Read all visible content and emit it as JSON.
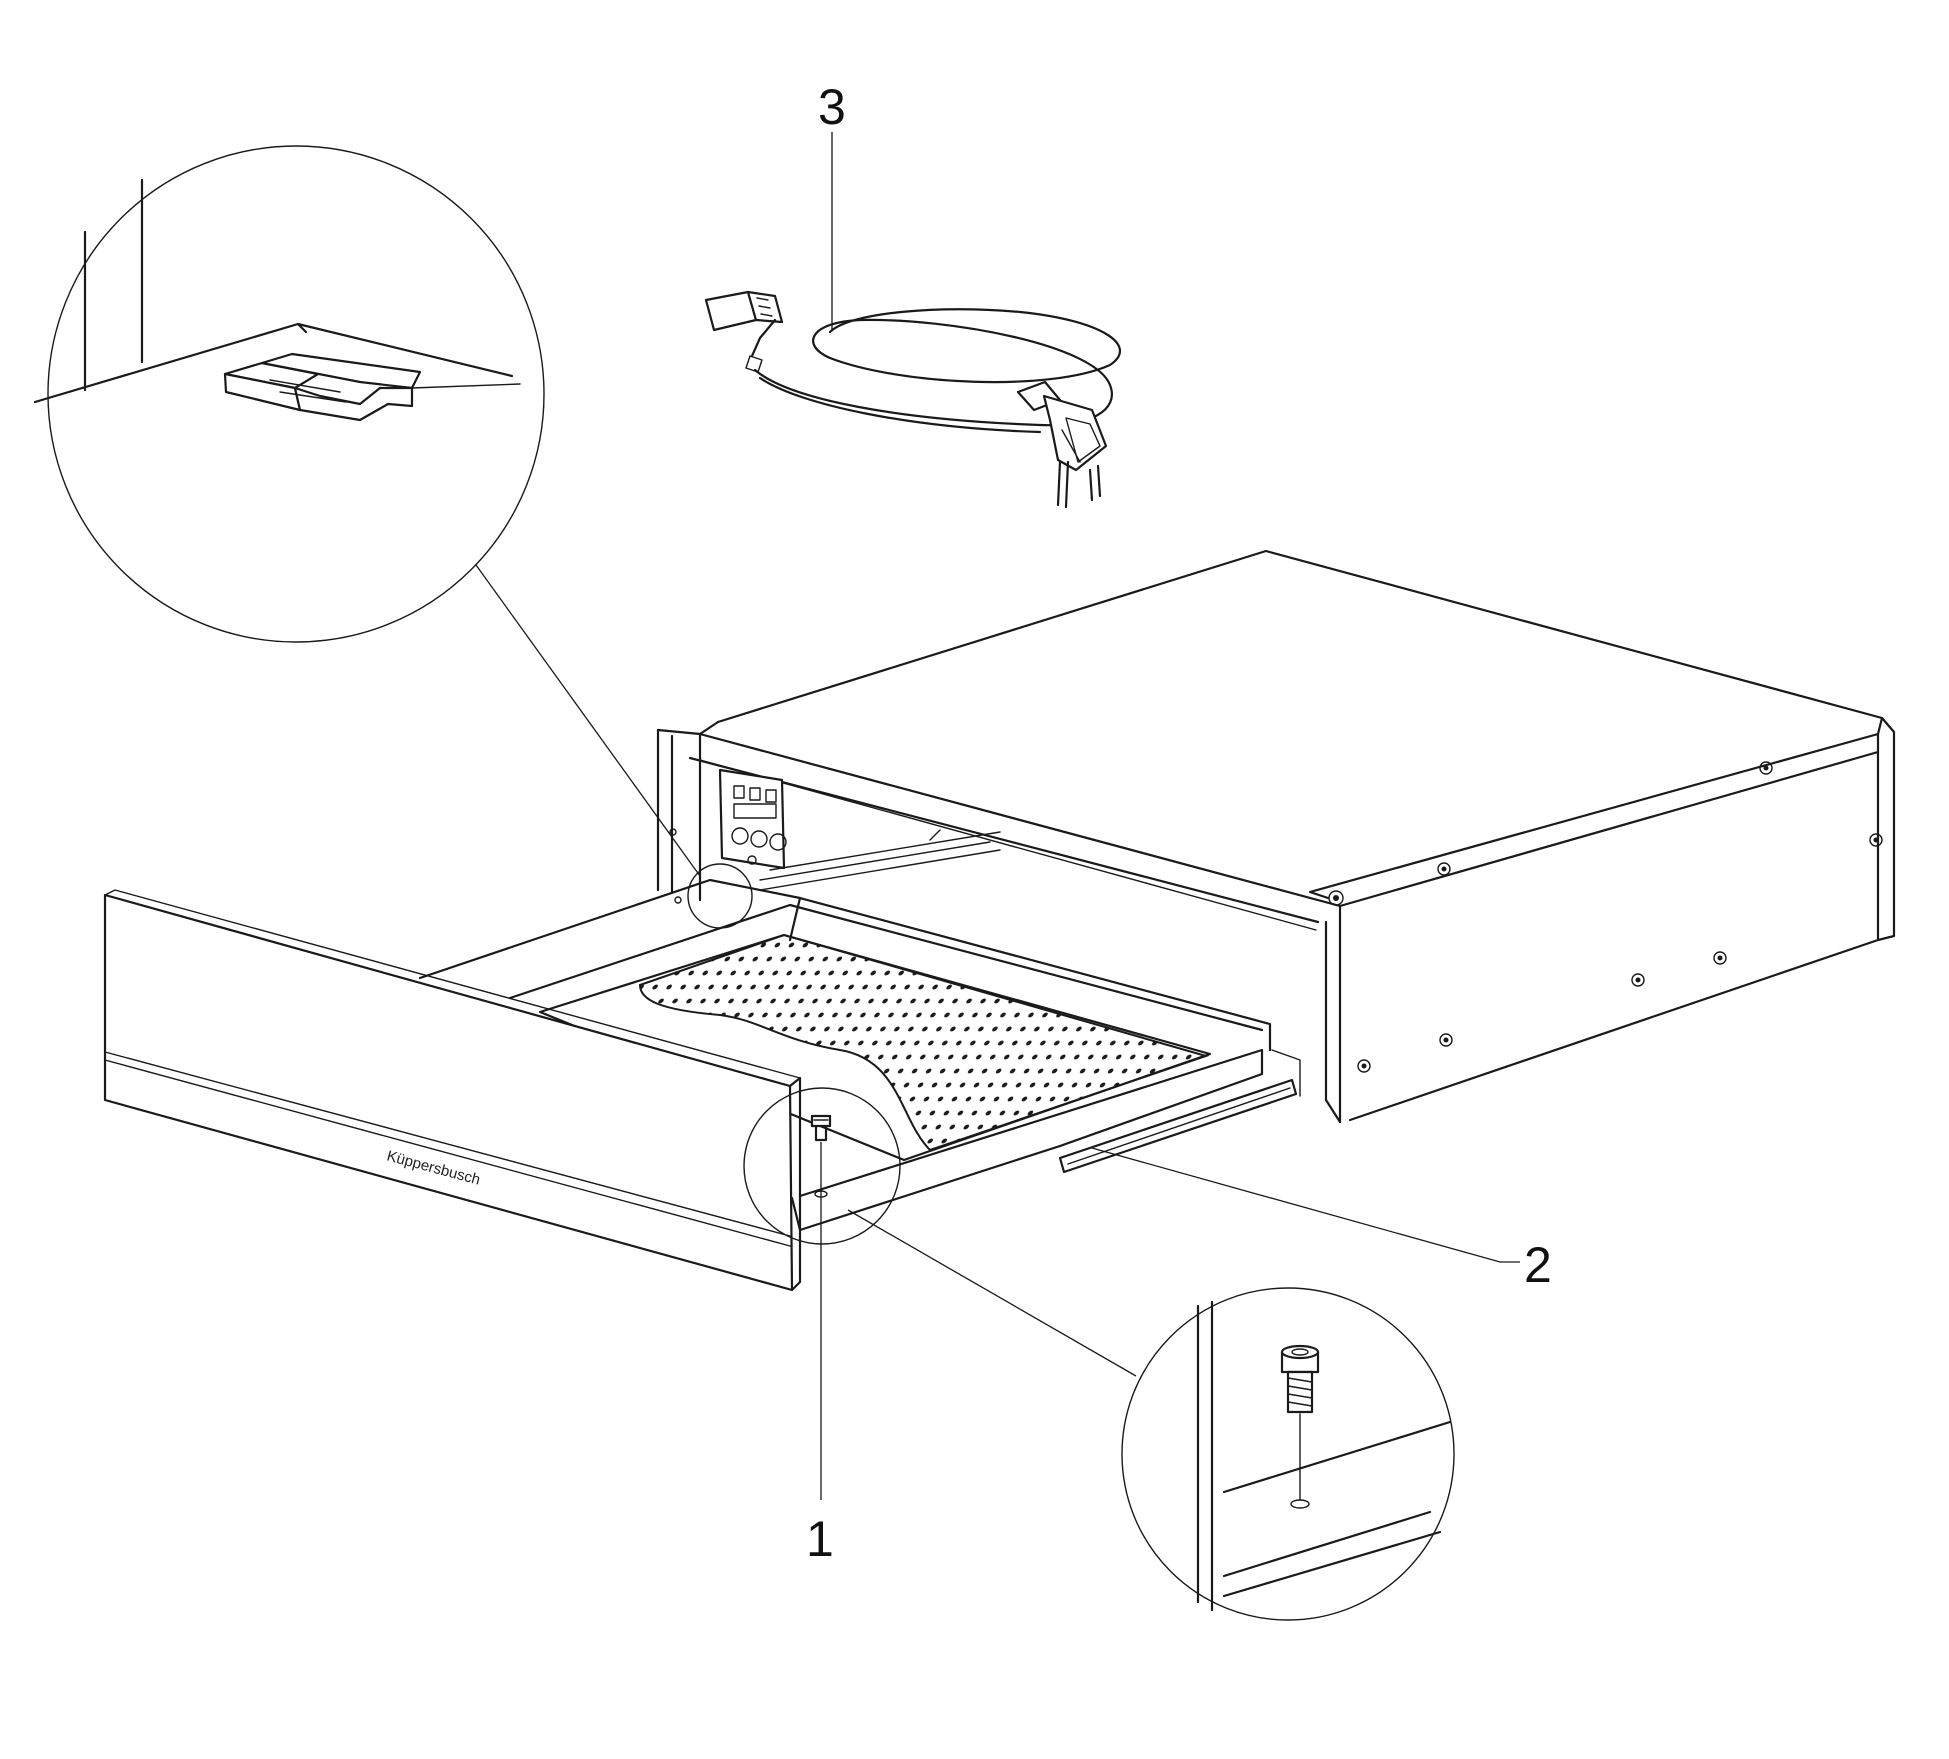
{
  "diagram": {
    "callouts": [
      {
        "id": "1",
        "label": "1"
      },
      {
        "id": "2",
        "label": "2"
      },
      {
        "id": "3",
        "label": "3"
      }
    ],
    "brand_text": "Küppersbusch",
    "colors": {
      "line": "#1a1a1a",
      "background": "#ffffff"
    }
  }
}
